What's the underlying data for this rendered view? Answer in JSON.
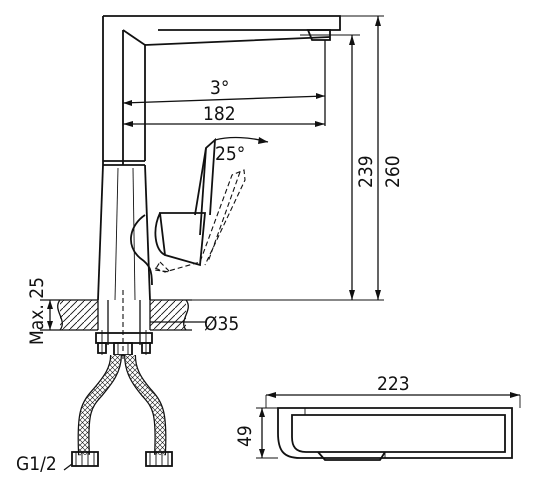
{
  "dimensions": {
    "spout_angle": "3°",
    "spout_reach": "182",
    "lever_angle": "25°",
    "spout_height": "239",
    "total_height": "260",
    "max_deck_thickness": "Max. 25",
    "hole_diameter": "Ø35",
    "thread_size": "G1/2",
    "top_view_length": "223",
    "top_view_width": "49"
  }
}
